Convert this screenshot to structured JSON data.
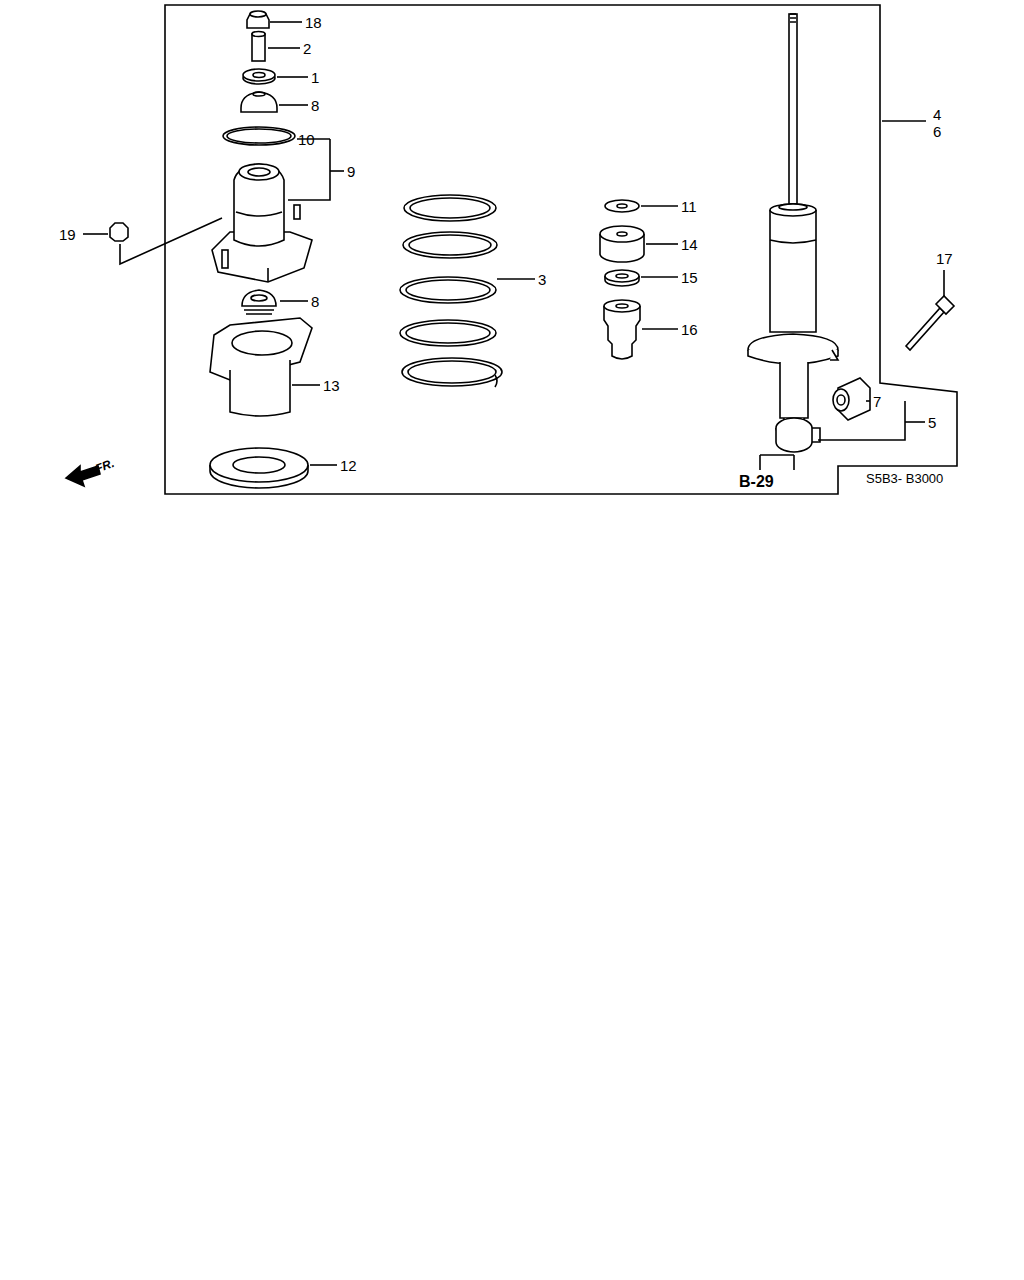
{
  "diagram": {
    "labels": [
      "18",
      "2",
      "1",
      "8",
      "10",
      "9",
      "19",
      "8",
      "13",
      "12",
      "3",
      "11",
      "14",
      "15",
      "16",
      "4",
      "6",
      "17",
      "7",
      "5",
      "B-29",
      "S5B3- B3000",
      "FR."
    ]
  }
}
